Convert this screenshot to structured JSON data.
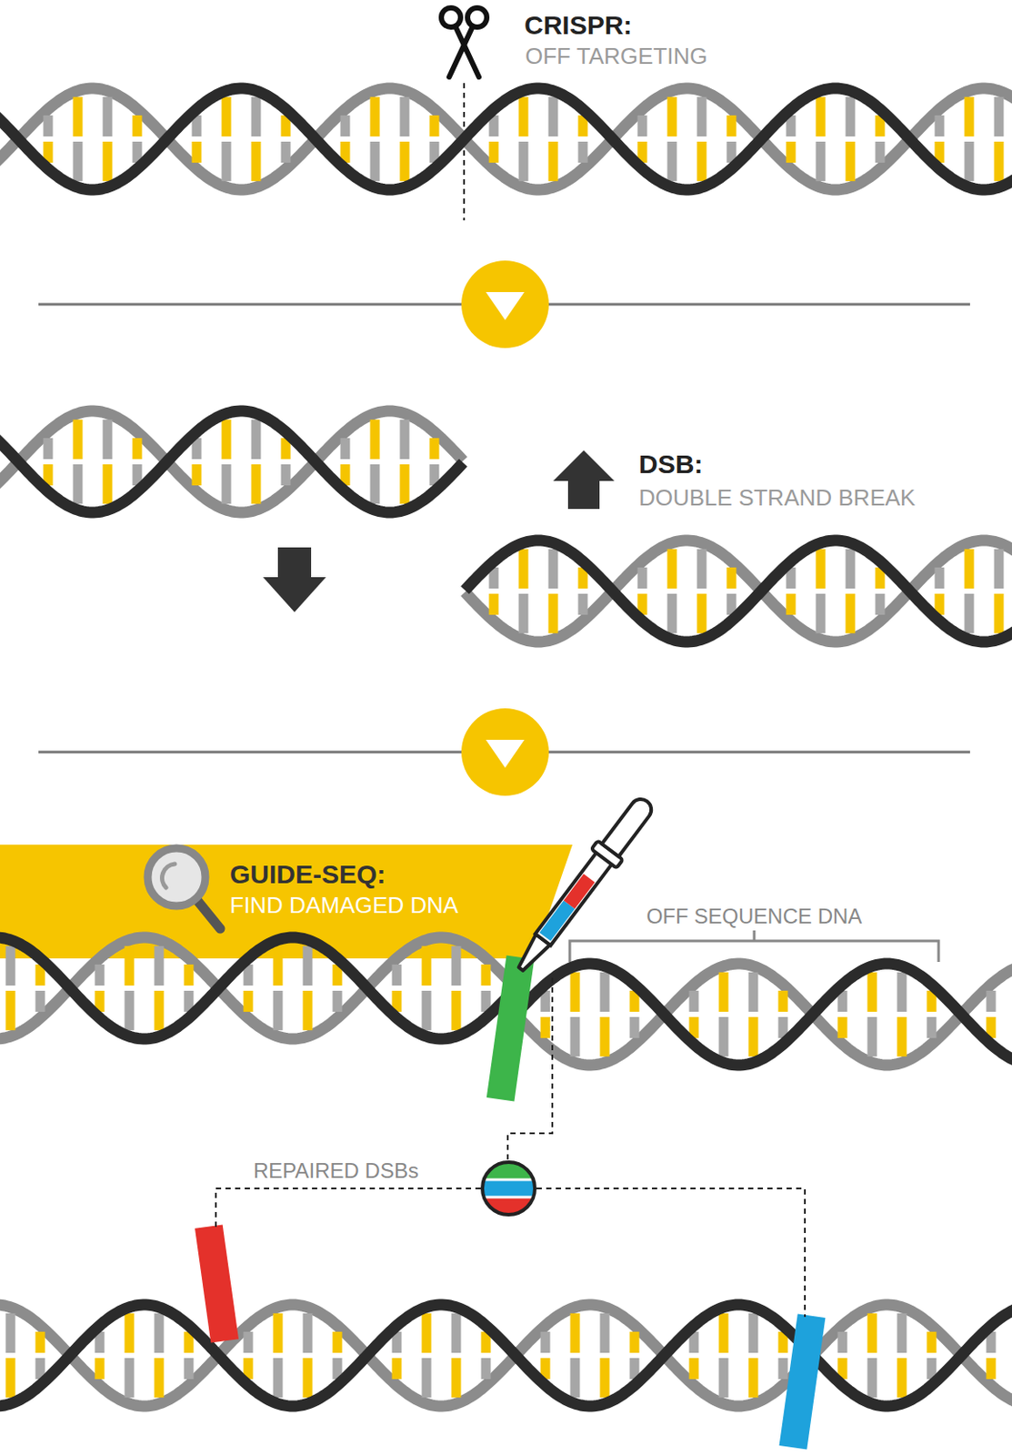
{
  "diagram": {
    "nodes": [
      {
        "text": [
          "GUIDE-SEQ:",
          "FIND DAMAGED DNA"
        ]
      }
    ],
    "labels": [
      "CRISPR:",
      "OFF TARGETING",
      "DSB:",
      "DOUBLE STRAND BREAK",
      "OFF SEQUENCE DNA",
      "REPAIRED DSBs"
    ]
  }
}
